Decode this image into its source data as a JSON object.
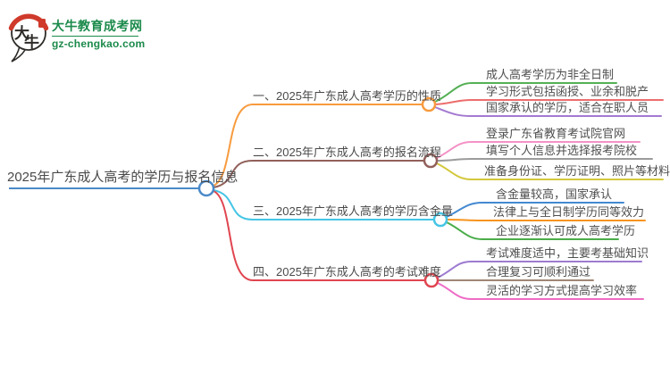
{
  "brand": {
    "title": "大牛教育成考网",
    "domain": "gz-chengkao.com",
    "mark_char_1": "大",
    "mark_char_2": "牛",
    "green": "#1b8a4b",
    "red": "#cf3a2b",
    "dark": "#2e2b28"
  },
  "mindmap": {
    "root": {
      "label": "2025年广东成人高考的学历与报名信息",
      "color": "#4a89c9"
    },
    "branches": [
      {
        "label": "一、2025年广东成人高考学历的性质",
        "color": "#f79b3e",
        "children": [
          {
            "label": "成人高考学历为非全日制",
            "color": "#55b055"
          },
          {
            "label": "学习形式包括函授、业余和脱产",
            "color": "#ed6d6d"
          },
          {
            "label": "国家承认的学历，适合在职人员",
            "color": "#a379d1"
          }
        ]
      },
      {
        "label": "二、2025年广东成人高考的报名流程",
        "color": "#91605a",
        "children": [
          {
            "label": "登录广东省教育考试院官网",
            "color": "#f492c6"
          },
          {
            "label": "填写个人信息并选择报考院校",
            "color": "#9b9b9b"
          },
          {
            "label": "准备身份证、学历证明、照片等材料",
            "color": "#d3c83d"
          }
        ]
      },
      {
        "label": "三、2025年广东成人高考的学历含金量",
        "color": "#45c5e5",
        "children": [
          {
            "label": "含金量较高，国家承认",
            "color": "#4489d1"
          },
          {
            "label": "法律上与全日制学历同等效力",
            "color": "#f7941d"
          },
          {
            "label": "企业逐渐认可成人高考学历",
            "color": "#4aad4a"
          }
        ]
      },
      {
        "label": "四、2025年广东成人高考的考试难度",
        "color": "#e04550",
        "children": [
          {
            "label": "考试难度适中，主要考基础知识",
            "color": "#9d7bd1"
          },
          {
            "label": "合理复习可顺利通过",
            "color": "#a08775"
          },
          {
            "label": "灵活的学习方式提高学习效率",
            "color": "#ee6cc6"
          }
        ]
      }
    ]
  }
}
